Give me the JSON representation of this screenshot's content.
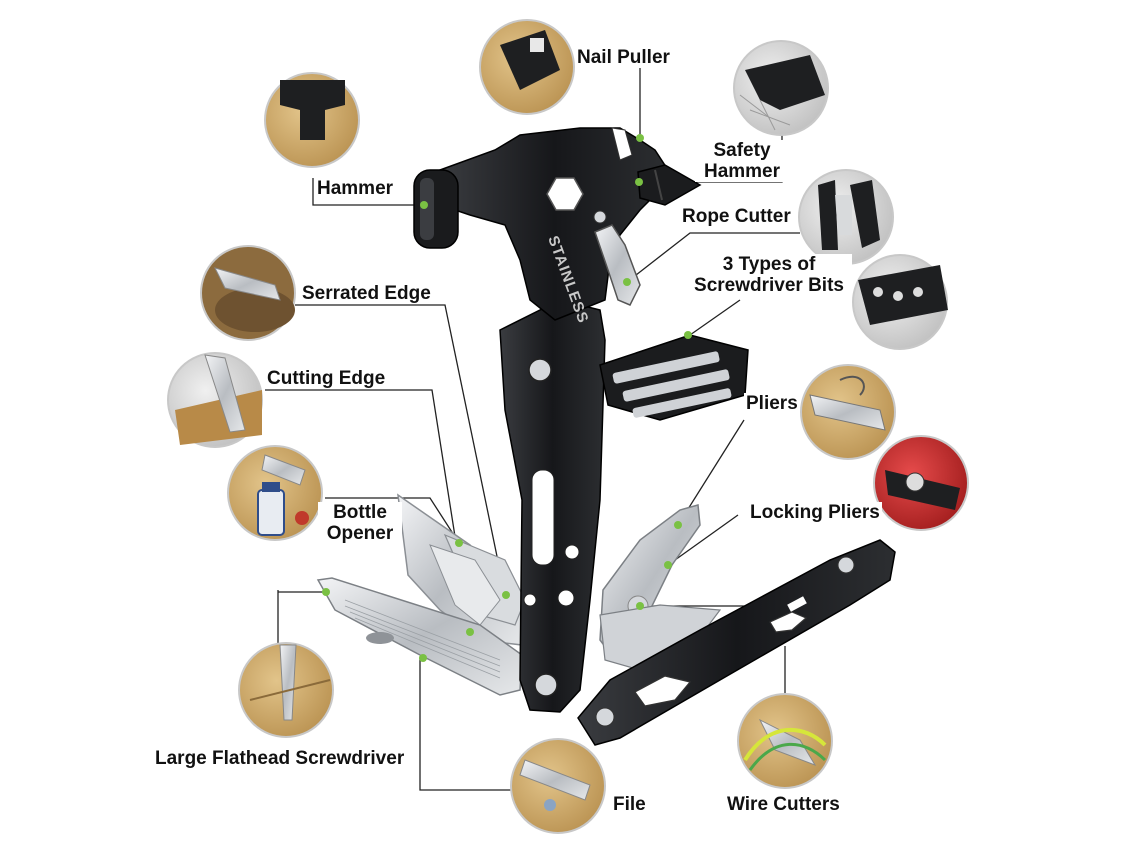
{
  "accent_color": "#7ac143",
  "tool_color": "#1c1d1f",
  "steel_color": "#c9ccd0",
  "labels": {
    "nail_puller": "Nail Puller",
    "hammer": "Hammer",
    "safety_hammer_1": "Safety",
    "safety_hammer_2": "Hammer",
    "rope_cutter": "Rope Cutter",
    "serrated_edge": "Serrated Edge",
    "bits_1": "3 Types of",
    "bits_2": "Screwdriver Bits",
    "cutting_edge": "Cutting Edge",
    "pliers": "Pliers",
    "bottle_opener_1": "Bottle",
    "bottle_opener_2": "Opener",
    "locking_pliers": "Locking Pliers",
    "large_flathead": "Large Flathead Screwdriver",
    "file": "File",
    "wire_cutters": "Wire Cutters"
  },
  "tool_stamp": "STAINLESS"
}
